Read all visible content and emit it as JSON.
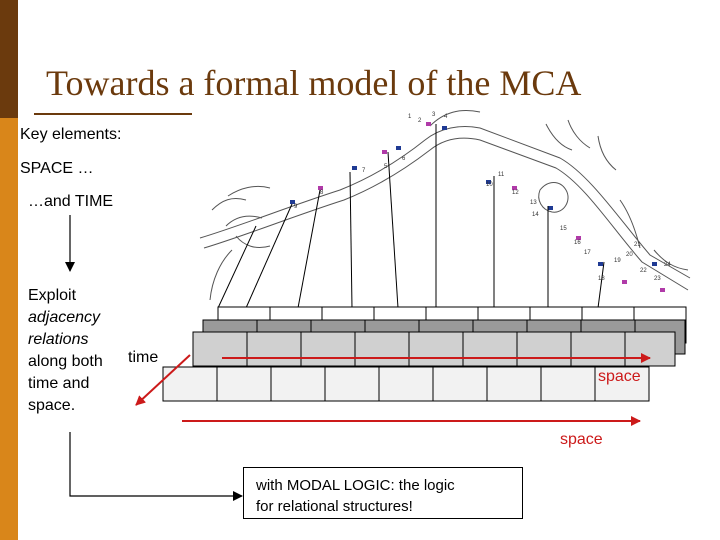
{
  "title": "Towards a formal model of the MCA",
  "key_elements": "Key elements:",
  "space_item": "SPACE …",
  "time_item": "…and TIME",
  "exploit_lines": [
    "Exploit",
    "adjacency",
    "relations",
    "along both",
    "time and",
    "space."
  ],
  "time_label": "time",
  "space_label_inner": "space",
  "space_label_outer": "space",
  "modal_lines": [
    "with MODAL LOGIC: the logic",
    "for relational structures!"
  ],
  "map_labels": [
    "1",
    "2",
    "3",
    "4",
    "5",
    "6",
    "7",
    "8",
    "9",
    "10",
    "11",
    "12",
    "13",
    "14",
    "15",
    "16",
    "17",
    "18",
    "19",
    "20",
    "21",
    "22",
    "23",
    "24"
  ],
  "colors": {
    "band_top": "#6b3a0d",
    "band_bottom": "#d9861a",
    "title": "#6b3a0d",
    "arrow": "#cc1a1a"
  }
}
